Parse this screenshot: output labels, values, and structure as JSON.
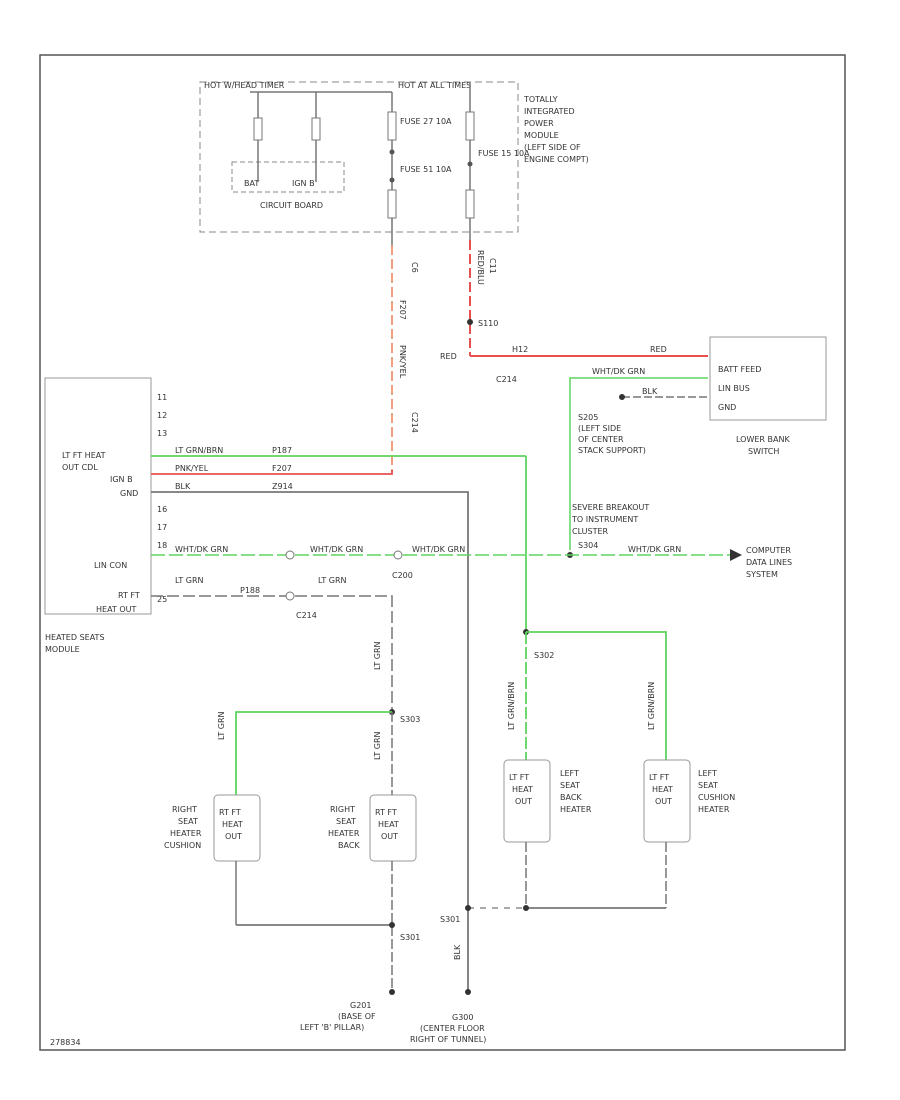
{
  "colors": {
    "wire_gray": "#777777",
    "wire_green": "#5fd35f",
    "wire_red": "#e85050",
    "wire_orange": "#f0a080",
    "frame": "#555555",
    "component": "#999999",
    "text": "#333333"
  },
  "top": {
    "fuse_box_header": "HOT W/HEAD TIMER",
    "fuse_box_header2": "HOT AT ALL TIMES",
    "circuit_board": "CIRCUIT BOARD",
    "fuse_small_a": "BAT",
    "fuse_small_b": "IGN B",
    "fuse1_label": "FUSE 27 10A",
    "fuse2_label": "FUSE 51 10A",
    "fuse3_label": "FUSE 15 10A",
    "tipm": [
      "TOTALLY",
      "INTEGRATED",
      "POWER",
      "MODULE",
      "(LEFT SIDE OF",
      "ENGINE COMPT)"
    ],
    "conn_c6": "C6",
    "conn_c11": "C11"
  },
  "module": {
    "pins": [
      "11",
      "12",
      "13",
      "",
      "",
      "",
      "16",
      "17",
      "18",
      "",
      "",
      "",
      "25"
    ],
    "labels": {
      "lt_ft_heat": [
        "LT FT HEAT",
        "OUT CDL",
        "IGN B"
      ],
      "gnd": "GND",
      "lin_con": "LIN CON",
      "rt_ft": [
        "RT FT",
        "HEAT OUT"
      ]
    },
    "name": [
      "HEATED SEATS",
      "MODULE"
    ]
  },
  "wires": {
    "w1_color": "LT GRN/BRN",
    "w1_circuit": "P187",
    "w2_color": "PNK/YEL",
    "w2_circuit": "F207",
    "w3_color": "BLK",
    "w3_circuit": "Z914",
    "lin1": "WHT/DK GRN",
    "lin2": "WHT/DK GRN",
    "lin3": "WHT/DK GRN",
    "rt1": "LT GRN",
    "rt1_circuit": "P188",
    "rt2": "LT GRN",
    "red": "RED",
    "red_circuit": "H12",
    "red_label2": "RED",
    "batt_wire": "WHT/DK GRN",
    "gnd_wire": "BLK",
    "to_computer": "WHT/DK GRN",
    "vertical_red": "RED/BLU",
    "vertical_pnk": "PNK/YEL",
    "vertical_f207": "F207",
    "vertical_c6": "C6"
  },
  "connectors": {
    "c214a": "C214",
    "c214b": "C214",
    "c200": "C200",
    "s110": "S110",
    "s205": "S205",
    "s304": "S304",
    "s302": "S302",
    "s303": "S303",
    "s301": "S301"
  },
  "switch": {
    "lines": [
      "BATT FEED",
      "LIN BUS",
      "GND"
    ],
    "name": [
      "LOWER BANK",
      "SWITCH"
    ]
  },
  "notes": {
    "s205_note": [
      "S205",
      "(LEFT SIDE",
      "OF CENTER",
      "STACK SUPPORT)"
    ],
    "breakout": [
      "SEVERE BREAKOUT",
      "TO INSTRUMENT",
      "CLUSTER"
    ],
    "computer": [
      "COMPUTER",
      "DATA LINES",
      "SYSTEM"
    ]
  },
  "heaters": {
    "rt_cushion_box": [
      "RT FT",
      "HEAT",
      "OUT"
    ],
    "rt_cushion_name": [
      "RIGHT",
      "SEAT",
      "HEATER",
      "CUSHION"
    ],
    "rt_back_box": [
      "RT FT",
      "HEAT",
      "OUT"
    ],
    "rt_back_name": [
      "RIGHT",
      "SEAT",
      "HEATER",
      "BACK"
    ],
    "lt_back_box": [
      "LT FT",
      "HEAT",
      "OUT"
    ],
    "lt_back_name": [
      "LEFT",
      "SEAT",
      "BACK",
      "HEATER"
    ],
    "lt_cushion_box": [
      "LT FT",
      "HEAT",
      "OUT"
    ],
    "lt_cushion_name": [
      "LEFT",
      "SEAT",
      "CUSHION",
      "HEATER"
    ],
    "wire_ltgrn_a": "LT GRN",
    "wire_ltgrn_b": "LT GRN",
    "wire_ltgrn_c": "LT GRN",
    "wire_ltgrn_brn_a": "LT GRN/BRN",
    "wire_ltgrn_brn_b": "LT GRN/BRN",
    "wire_blk": "BLK"
  },
  "grounds": {
    "g201": [
      "G201",
      "(BASE OF",
      "LEFT 'B' PILLAR)"
    ],
    "g300": [
      "G300",
      "(CENTER FLOOR",
      "RIGHT OF TUNNEL)"
    ]
  },
  "footer": {
    "code": "278834"
  }
}
